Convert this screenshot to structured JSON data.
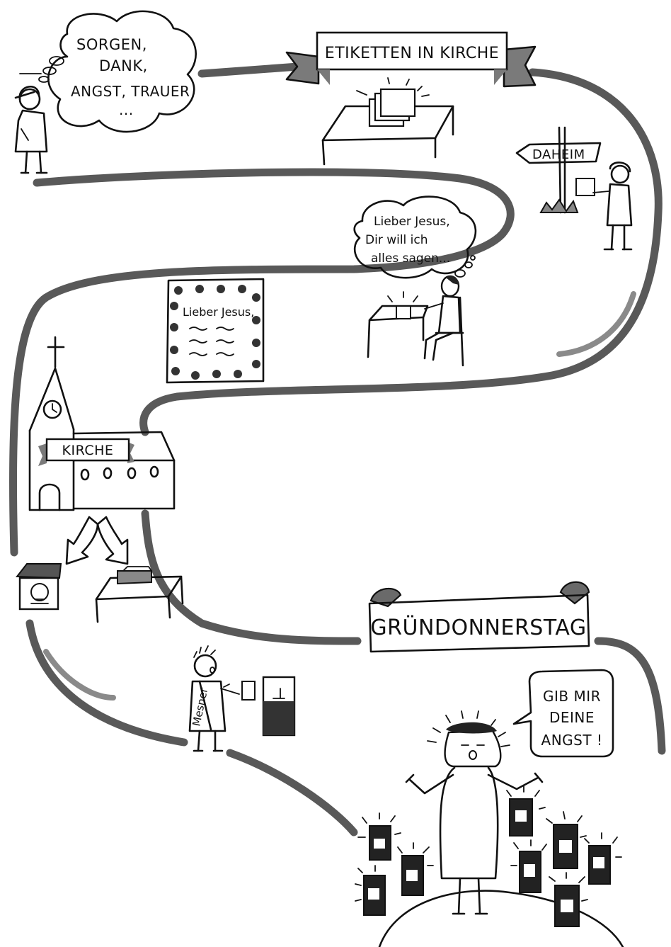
{
  "thought_bubble_top": {
    "lines": [
      "SORGEN,",
      "DANK,",
      "ANGST, TRAUER",
      "..."
    ]
  },
  "banner_top": "ETIKETTEN IN KIRCHE",
  "signpost": "DAHEIM",
  "thought_bubble_pray": {
    "lines": [
      "Lieber Jesus,",
      "Dir will ich",
      "alles sagen..."
    ]
  },
  "letter": {
    "salutation": "Lieber Jesus,"
  },
  "church_sign": "KIRCHE",
  "banner_bottom": "GRÜNDONNERSTAG",
  "sexton_sash": "Mesner",
  "jesus_speech": {
    "lines": [
      "GIB MIR",
      "DEINE",
      "ANGST !"
    ]
  },
  "colors": {
    "ink": "#111111",
    "road": "#595959",
    "ribbon_shadow": "#7a7a7a"
  }
}
